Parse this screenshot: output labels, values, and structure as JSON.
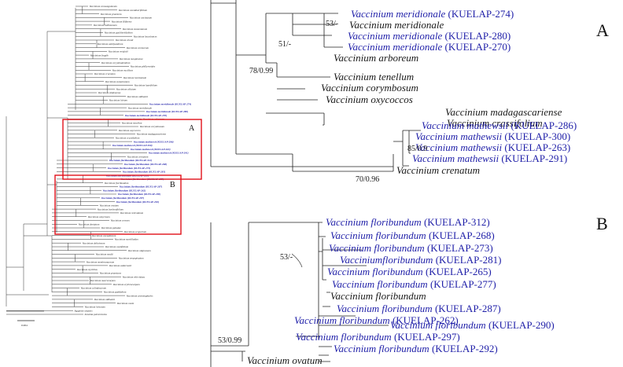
{
  "overview": {
    "box_a_label": "A",
    "box_b_label": "B",
    "scale_label": "0.004",
    "box_color": "#e0101a",
    "taxa": [
      {
        "name": "Vaccinium consanguineum",
        "hl": false
      },
      {
        "name": "Vaccinium cassiduerifolium",
        "hl": false
      },
      {
        "name": "Vaccinium praestens",
        "hl": false
      },
      {
        "name": "Vaccinium uncinatum",
        "hl": false
      },
      {
        "name": "Vaccinium filiforme",
        "hl": false
      },
      {
        "name": "Vaccinium bullisianum",
        "hl": false
      },
      {
        "name": "Vaccinium stanonianum",
        "hl": false
      },
      {
        "name": "Vaccinium gaultheriifolium",
        "hl": false
      },
      {
        "name": "Vaccinium leucobotrys",
        "hl": false
      },
      {
        "name": "Vaccinium chunii",
        "hl": false
      },
      {
        "name": "Vaccinium amblyandrum",
        "hl": false
      },
      {
        "name": "Vaccinium coriaceum",
        "hl": false
      },
      {
        "name": "Vaccinium wrightii",
        "hl": false
      },
      {
        "name": "Vaccinium fragile",
        "hl": false
      },
      {
        "name": "Vaccinium moupinense",
        "hl": false
      },
      {
        "name": "Vaccinium corymbodendron",
        "hl": false
      },
      {
        "name": "Vaccinium phillyreoides",
        "hl": false
      },
      {
        "name": "Vaccinium vacillans",
        "hl": false
      },
      {
        "name": "Vaccinium cruentum",
        "hl": false
      },
      {
        "name": "Vaccinium horizontale",
        "hl": false
      },
      {
        "name": "Vaccinium sumatranum",
        "hl": false
      },
      {
        "name": "Vaccinium laurifolium",
        "hl": false
      },
      {
        "name": "Vaccinium ciliatum",
        "hl": false
      },
      {
        "name": "Vaccinium sikkimense",
        "hl": false
      },
      {
        "name": "Vaccinium oldhamii",
        "hl": false
      },
      {
        "name": "Vaccinium hirtum",
        "hl": false
      },
      {
        "name": "Vaccinium meridionale (KUELAP-274)",
        "hl": true
      },
      {
        "name": "Vaccinium meridionale",
        "hl": false
      },
      {
        "name": "Vaccinium meridionale (KUELAP-280)",
        "hl": true
      },
      {
        "name": "Vaccinium meridionale (KUELAP-270)",
        "hl": true
      },
      {
        "name": "Vaccinium arboreum",
        "hl": false
      },
      {
        "name": "Vaccinium tenellum",
        "hl": false
      },
      {
        "name": "Vaccinium corymbosum",
        "hl": false
      },
      {
        "name": "Vaccinium oxycoccos",
        "hl": false
      },
      {
        "name": "Vaccinium madagascariense",
        "hl": false
      },
      {
        "name": "Vaccinium crassifolium",
        "hl": false
      },
      {
        "name": "Vaccinium mathewsii (KUELAP-286)",
        "hl": true
      },
      {
        "name": "Vaccinium mathewsii (KUELAP-300)",
        "hl": true
      },
      {
        "name": "Vaccinium mathewsii (KUELAP-263)",
        "hl": true
      },
      {
        "name": "Vaccinium mathewsii (KUELAP-291)",
        "hl": true
      },
      {
        "name": "Vaccinium crenatum",
        "hl": false
      },
      {
        "name": "Vaccinium floribundum (KUELAP-312)",
        "hl": true
      },
      {
        "name": "Vaccinium floribundum (KUELAP-268)",
        "hl": true
      },
      {
        "name": "Vaccinium floribundum (KUELAP-273)",
        "hl": true
      },
      {
        "name": "Vaccinium floribundum (KUELAP-281)",
        "hl": true
      },
      {
        "name": "Vaccinium floribundum (KUELAP-265)",
        "hl": true
      },
      {
        "name": "Vaccinium floribundum (KUELAP-277)",
        "hl": true
      },
      {
        "name": "Vaccinium floribundum",
        "hl": false
      },
      {
        "name": "Vaccinium floribundum (KUELAP-287)",
        "hl": true
      },
      {
        "name": "Vaccinium floribundum (KUELAP-262)",
        "hl": true
      },
      {
        "name": "Vaccinium floribundum (KUELAP-290)",
        "hl": true
      },
      {
        "name": "Vaccinium floribundum (KUELAP-297)",
        "hl": true
      },
      {
        "name": "Vaccinium floribundum (KUELAP-292)",
        "hl": true
      },
      {
        "name": "Vaccinium ovatum",
        "hl": false
      },
      {
        "name": "Vaccinium borbonifolium",
        "hl": false
      },
      {
        "name": "Vaccinium reticulatum",
        "hl": false
      },
      {
        "name": "Vaccinium calycinum",
        "hl": false
      },
      {
        "name": "Vaccinium cereum",
        "hl": false
      },
      {
        "name": "Vaccinium dentatum",
        "hl": false
      },
      {
        "name": "Vaccinium pahalae",
        "hl": false
      },
      {
        "name": "Vaccinium scoparium",
        "hl": false
      },
      {
        "name": "Vaccinium caespitosum",
        "hl": false
      },
      {
        "name": "Vaccinium myrtilloides",
        "hl": false
      },
      {
        "name": "Vaccinium deliciosum",
        "hl": false
      },
      {
        "name": "Vaccinium ovalifolium",
        "hl": false
      },
      {
        "name": "Vaccinium uliginosum",
        "hl": false
      },
      {
        "name": "Vaccinium modii",
        "hl": false
      },
      {
        "name": "Vaccinium emarginatum",
        "hl": false
      },
      {
        "name": "Vaccinium membranaceum",
        "hl": false
      },
      {
        "name": "Vaccinium andersonii",
        "hl": false
      },
      {
        "name": "Vaccinium myrtillus",
        "hl": false
      },
      {
        "name": "Vaccinium praestans",
        "hl": false
      },
      {
        "name": "Vaccinium vitis-idaea",
        "hl": false
      },
      {
        "name": "Vaccinium macrocarpon",
        "hl": false
      },
      {
        "name": "Vaccinium erythrocarpum",
        "hl": false
      },
      {
        "name": "Vaccinium cylindraceum",
        "hl": false
      },
      {
        "name": "Vaccinium padifolium",
        "hl": false
      },
      {
        "name": "Vaccinium arctostaphylos",
        "hl": false
      },
      {
        "name": "Vaccinium oldhamii",
        "hl": false
      },
      {
        "name": "Vaccinium ovale",
        "hl": false
      },
      {
        "name": "Vaccinium hirsutum",
        "hl": false
      },
      {
        "name": "Agapetes serpens",
        "hl": false
      },
      {
        "name": "Zenobia pulverulenta",
        "hl": false
      }
    ]
  },
  "panel_a": {
    "letter": "A",
    "support": {
      "s53": "53/-",
      "s51": "51/-",
      "s78": "78/0.99",
      "s85": "85/0.9",
      "s70": "70/0.96"
    },
    "taxa": [
      {
        "species": "Vaccinium meridionale",
        "code": "(KUELAP-274)",
        "hl": true
      },
      {
        "species": "Vaccinium meridionale",
        "code": "",
        "hl": false
      },
      {
        "species": "Vaccinium meridionale",
        "code": "(KUELAP-280)",
        "hl": true
      },
      {
        "species": "Vaccinium meridionale",
        "code": "(KUELAP-270)",
        "hl": true
      },
      {
        "species": "Vaccinium arboreum",
        "code": "",
        "hl": false
      },
      {
        "species": "Vaccinium tenellum",
        "code": "",
        "hl": false
      },
      {
        "species": "Vaccinium corymbosum",
        "code": "",
        "hl": false
      },
      {
        "species": "Vaccinium oxycoccos",
        "code": "",
        "hl": false
      },
      {
        "species": "Vaccinium madagascariense",
        "code": "",
        "hl": false
      },
      {
        "species": "Vaccinium crassifolium",
        "code": "",
        "hl": false
      },
      {
        "species": "Vaccinium mathewsii",
        "code": "(KUELAP-286)",
        "hl": true
      },
      {
        "species": "Vaccinium mathewsii",
        "code": "(KUELAP-300)",
        "hl": true
      },
      {
        "species": "Vaccinium mathewsii",
        "code": "(KUELAP-263)",
        "hl": true
      },
      {
        "species": "Vaccinium mathewsii",
        "code": "(KUELAP-291)",
        "hl": true
      },
      {
        "species": "Vaccinium crenatum",
        "code": "",
        "hl": false
      }
    ]
  },
  "panel_b": {
    "letter": "B",
    "support": {
      "s53": "53/-",
      "s5399": "53/0.99"
    },
    "taxa": [
      {
        "species": "Vaccinium floribundum",
        "code": "(KUELAP-312)",
        "hl": true
      },
      {
        "species": "Vaccinium floribundum",
        "code": "(KUELAP-268)",
        "hl": true
      },
      {
        "species": "Vaccinium floribundum",
        "code": "(KUELAP-273)",
        "hl": true
      },
      {
        "species": "Vacciniumfloribundum",
        "code": " (KUELAP-281)",
        "hl": true
      },
      {
        "species": "Vaccinium floribundum",
        "code": "(KUELAP-265)",
        "hl": true
      },
      {
        "species": "Vaccinium floribundum",
        "code": "(KUELAP-277)",
        "hl": true
      },
      {
        "species": "Vaccinium floribundum",
        "code": "",
        "hl": false
      },
      {
        "species": "Vaccinium floribundum",
        "code": "(KUELAP-287)",
        "hl": true
      },
      {
        "species": "Vaccinium floribundum",
        "code": "(KUELAP-262)",
        "hl": true
      },
      {
        "species": "Vaccinium floribundum",
        "code": "(KUELAP-290)",
        "hl": true
      },
      {
        "species": "Vaccinium floribundum",
        "code": "(KUELAP-297)",
        "hl": true
      },
      {
        "species": "Vaccinium floribundum",
        "code": "(KUELAP-292)",
        "hl": true
      },
      {
        "species": "Vaccinium ovatum",
        "code": "",
        "hl": false
      }
    ]
  }
}
